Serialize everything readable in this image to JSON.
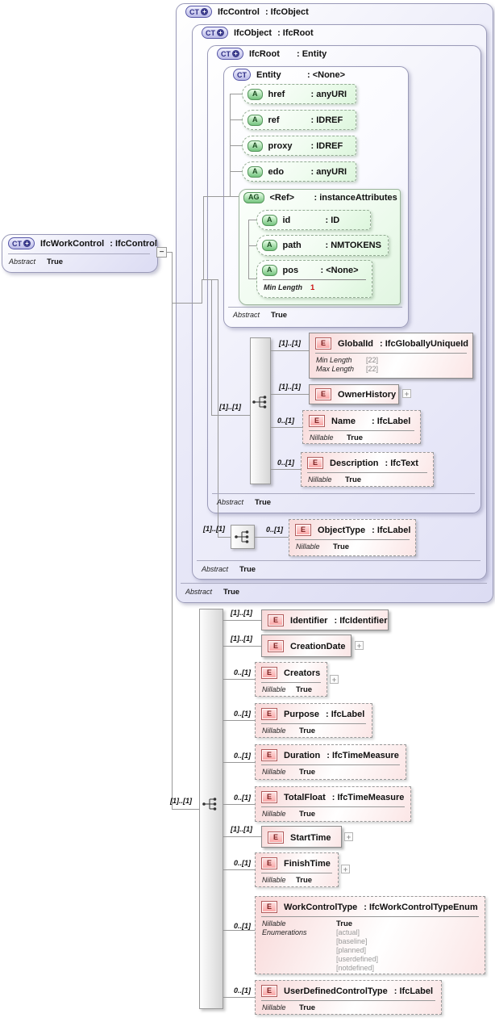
{
  "colors": {
    "lavender": "#e2e2f6",
    "green": "#e8fbe8",
    "pink": "#fbe3e3",
    "red_accent": "#cc1111",
    "line_gray": "#999999"
  },
  "badges": {
    "complex_type": "CT",
    "attribute": "A",
    "attribute_group": "AG",
    "element": "E",
    "expand": "+",
    "collapse": "−"
  },
  "labels": {
    "abstract": "Abstract",
    "nillable": "Nillable",
    "enumerations": "Enumerations",
    "min_length": "Min Length",
    "max_length": "Max Length",
    "true_value": "True"
  },
  "workcontrol_box": {
    "name": "IfcWorkControl",
    "type": ": IfcControl",
    "abstract": "True"
  },
  "type_boxes": {
    "ifccontrol": {
      "name": "IfcControl",
      "type": ": IfcObject",
      "abstract": "True"
    },
    "ifcobject": {
      "name": "IfcObject",
      "type": ": IfcRoot",
      "abstract": "True"
    },
    "ifcroot": {
      "name": "IfcRoot",
      "type": ": Entity",
      "abstract": "True"
    },
    "entity": {
      "name": "Entity",
      "type": ": <None>",
      "abstract": "True"
    }
  },
  "entity_attributes": [
    {
      "name": "href",
      "type": ": anyURI"
    },
    {
      "name": "ref",
      "type": ": IDREF"
    },
    {
      "name": "proxy",
      "type": ": IDREF"
    },
    {
      "name": "edo",
      "type": ": anyURI"
    }
  ],
  "ref_group": {
    "name": "<Ref>",
    "type": ": instanceAttributes",
    "attributes": [
      {
        "name": "id",
        "type": ": ID"
      },
      {
        "name": "path",
        "type": ": NMTOKENS"
      }
    ],
    "pos_attribute": {
      "name": "pos",
      "type": ": <None>",
      "min_length_value": "1"
    }
  },
  "sequence_cards": {
    "ifcroot": "[1]..[1]",
    "ifcobject": "[1]..[1]",
    "workcontrol": "[1]..[1]"
  },
  "ifcroot_elements": {
    "globalid": {
      "card": "[1]..[1]",
      "name": "GlobalId",
      "type": ": IfcGloballyUniqueId",
      "min_length": "[22]",
      "max_length": "[22]"
    },
    "ownerhistory": {
      "card": "[1]..[1]",
      "name": "OwnerHistory"
    },
    "name": {
      "card": "0..[1]",
      "name": "Name",
      "type": ": IfcLabel",
      "nillable": "True"
    },
    "description": {
      "card": "0..[1]",
      "name": "Description",
      "type": ": IfcText",
      "nillable": "True"
    }
  },
  "ifcobject_elements": {
    "objecttype": {
      "card": "0..[1]",
      "name": "ObjectType",
      "type": ": IfcLabel",
      "nillable": "True"
    }
  },
  "workcontrol_elements": [
    {
      "card": "[1]..[1]",
      "name": "Identifier",
      "type": ": IfcIdentifier"
    },
    {
      "card": "[1]..[1]",
      "name": "CreationDate"
    },
    {
      "card": "0..[1]",
      "name": "Creators",
      "nillable": "True"
    },
    {
      "card": "0..[1]",
      "name": "Purpose",
      "type": ": IfcLabel",
      "nillable": "True"
    },
    {
      "card": "0..[1]",
      "name": "Duration",
      "type": ": IfcTimeMeasure",
      "nillable": "True"
    },
    {
      "card": "0..[1]",
      "name": "TotalFloat",
      "type": ": IfcTimeMeasure",
      "nillable": "True"
    },
    {
      "card": "[1]..[1]",
      "name": "StartTime"
    },
    {
      "card": "0..[1]",
      "name": "FinishTime",
      "nillable": "True"
    },
    {
      "card": "0..[1]",
      "name": "WorkControlType",
      "type": ": IfcWorkControlTypeEnum",
      "nillable": "True",
      "enums": [
        "[actual]",
        "[baseline]",
        "[planned]",
        "[userdefined]",
        "[notdefined]"
      ]
    },
    {
      "card": "0..[1]",
      "name": "UserDefinedControlType",
      "type": ": IfcLabel",
      "nillable": "True"
    }
  ]
}
